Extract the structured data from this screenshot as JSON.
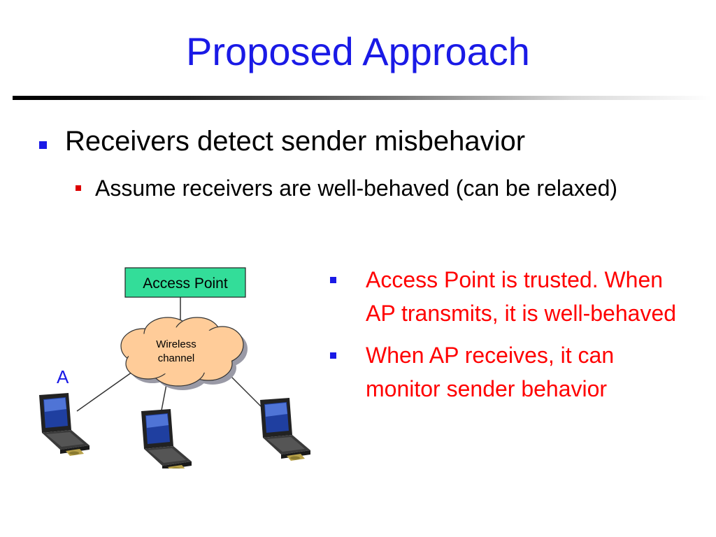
{
  "slide": {
    "title": "Proposed Approach",
    "bullet_main": "Receivers detect sender misbehavior",
    "bullet_sub": "Assume receivers are well-behaved (can be relaxed)"
  },
  "diagram": {
    "access_point_label": "Access Point",
    "cloud_line1": "Wireless",
    "cloud_line2": "channel",
    "node_a_label": "A",
    "colors": {
      "access_point_fill": "#33dd99",
      "cloud_fill": "#ffcc99",
      "label_a": "#1a1ae6"
    }
  },
  "right_bullets": [
    "Access Point is trusted. When AP transmits, it is well-behaved",
    "When AP receives, it can monitor sender behavior"
  ],
  "colors": {
    "title": "#1a1ae6",
    "bullet_square_main": "#1a1ae6",
    "bullet_square_sub": "#dd0000",
    "right_text": "#ff0000"
  }
}
